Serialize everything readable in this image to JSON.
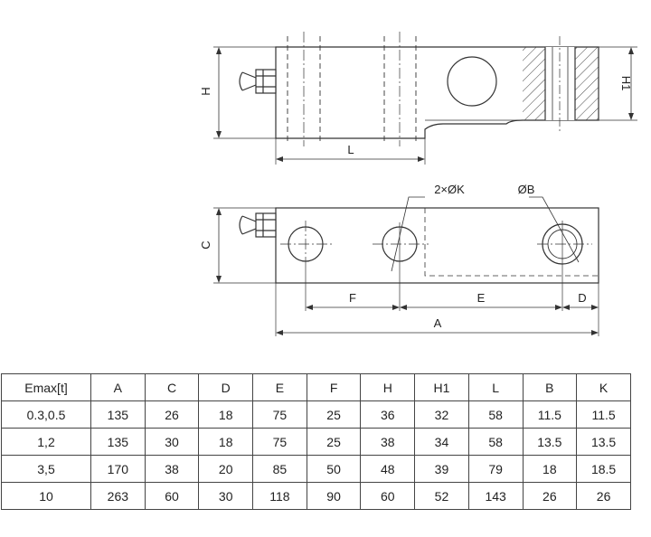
{
  "drawing": {
    "top_view": {
      "labels": {
        "H": "H",
        "H1": "H1",
        "L": "L"
      }
    },
    "bottom_view": {
      "labels": {
        "C": "C",
        "holes": "2×ØK",
        "bore": "ØB",
        "F": "F",
        "E": "E",
        "D": "D",
        "A": "A"
      }
    }
  },
  "table": {
    "headers": [
      "Emax[t]",
      "A",
      "C",
      "D",
      "E",
      "F",
      "H",
      "H1",
      "L",
      "B",
      "K"
    ],
    "rows": [
      [
        "0.3,0.5",
        "135",
        "26",
        "18",
        "75",
        "25",
        "36",
        "32",
        "58",
        "11.5",
        "11.5"
      ],
      [
        "1,2",
        "135",
        "30",
        "18",
        "75",
        "25",
        "38",
        "34",
        "58",
        "13.5",
        "13.5"
      ],
      [
        "3,5",
        "170",
        "38",
        "20",
        "85",
        "50",
        "48",
        "39",
        "79",
        "18",
        "18.5"
      ],
      [
        "10",
        "263",
        "60",
        "30",
        "118",
        "90",
        "60",
        "52",
        "143",
        "26",
        "26"
      ]
    ]
  }
}
